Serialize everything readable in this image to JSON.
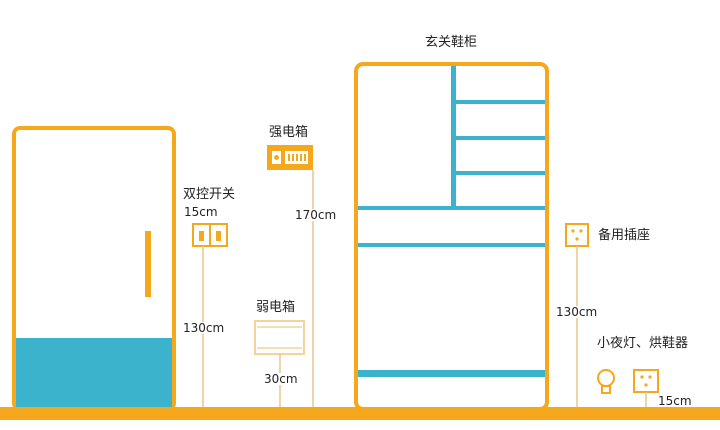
{
  "colors": {
    "frame": "#f6a81c",
    "shelf": "#3bb3cc",
    "fill": "#3bb3cc",
    "guide": "#e8c58a",
    "text": "#222222",
    "background": "#ffffff"
  },
  "labels": {
    "double_switch": "双控开关",
    "strong_box": "强电箱",
    "weak_box": "弱电箱",
    "shoe_cabinet": "玄关鞋柜",
    "spare_socket": "备用插座",
    "night_light": "小夜灯、烘鞋器"
  },
  "measurements": {
    "switch_side": "15cm",
    "switch_height": "130cm",
    "strong_box_height": "170cm",
    "weak_box_height": "30cm",
    "socket_height": "130cm",
    "night_light_height": "15cm"
  },
  "icons": {
    "strong_box": "electrical-panel-icon",
    "weak_box": "network-box-icon",
    "switch": "double-switch-icon",
    "socket": "socket-icon",
    "night_light": "lightbulb-icon",
    "shoe_dryer_socket": "socket-icon"
  }
}
